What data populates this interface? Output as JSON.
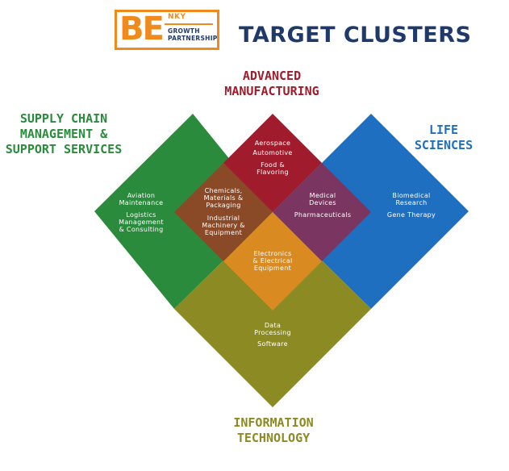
{
  "logo": {
    "be": "BE",
    "nky": "NKY",
    "sub": "GROWTH\nPARTNERSHIP"
  },
  "title": "TARGET CLUSTERS",
  "clusters": {
    "advanced_manufacturing": "ADVANCED\nMANUFACTURING",
    "supply_chain": "SUPPLY CHAIN\nMANAGEMENT &\nSUPPORT SERVICES",
    "life_sciences": "LIFE\nSCIENCES",
    "information_technology": "INFORMATION\nTECHNOLOGY"
  },
  "labels": {
    "adv_1": "Aerospace",
    "adv_2": "Automotive",
    "adv_3": "Food &\nFlavoring",
    "scm_1": "Aviation\nMaintenance",
    "scm_2": "Logistics\nManagement\n& Consulting",
    "chem_1": "Chemicals,\nMaterials &\nPackaging",
    "chem_2": "Industrial\nMachinery &\nEquipment",
    "med_1": "Medical\nDevices",
    "med_2": "Pharmaceuticals",
    "life_1": "Biomedical\nResearch",
    "life_2": "Gene Therapy",
    "elec_1": "Electronics\n& Electrical\nEquipment",
    "it_1": "Data\nProcessing",
    "it_2": "Software"
  },
  "colors": {
    "green": "#2a8b3c",
    "blue": "#1f6fc0",
    "olive": "#8c8a22",
    "red": "#a01c2c",
    "brown": "#8a4a28",
    "purple": "#7a3560",
    "orange": "#d98a20",
    "logo_orange": "#f08a1c",
    "navy": "#1f3a6a"
  }
}
